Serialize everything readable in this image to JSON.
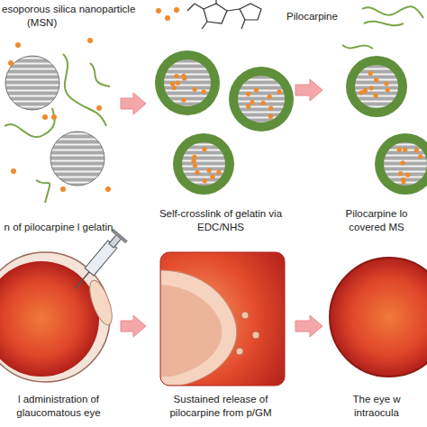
{
  "diagram": {
    "nodes": [
      {
        "text": [
          "n of pilocarpine l gelatin"
        ]
      },
      {
        "text": [
          "Self-crosslink of gelatin via EDC/NHS"
        ]
      },
      {
        "text": [
          "Pilocarpine lo covered MS"
        ]
      },
      {
        "text": [
          "l administration of glaucomatous eye"
        ]
      },
      {
        "text": [
          "Sustained release of pilocarpine from p/GM"
        ]
      },
      {
        "text": [
          "The eye w intraocula"
        ]
      }
    ],
    "edges": [
      {
        "from": 0,
        "to": 1,
        "arrow": "to"
      },
      {
        "from": 1,
        "to": 2,
        "arrow": "to"
      },
      {
        "from": 3,
        "to": 4,
        "arrow": "to"
      },
      {
        "from": 4,
        "to": 5,
        "arrow": "to"
      }
    ],
    "labels": [
      "esoporous silica nanoparticle",
      "(MSN)",
      "Pilocarpine"
    ]
  }
}
